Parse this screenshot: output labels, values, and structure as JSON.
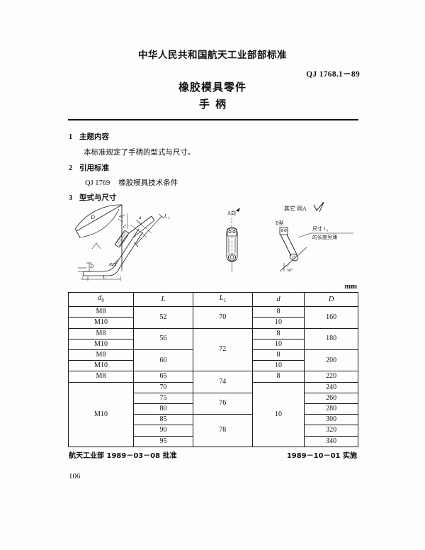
{
  "header": {
    "organization": "中华人民共和国航天工业部部标准",
    "standard_no": "QJ 1768.1－89",
    "title_line1": "橡胶模具零件",
    "title_line2": "手柄"
  },
  "clauses": [
    {
      "num": "1",
      "heading": "主题内容",
      "body": "本标准规定了手柄的型式与尺寸。"
    },
    {
      "num": "2",
      "heading": "引用标准",
      "ref_code": "QJ 1769",
      "ref_title": "橡胶模具技术条件"
    },
    {
      "num": "3",
      "heading": "型式与尺寸"
    }
  ],
  "figure": {
    "main_labels": [
      "D",
      "45°",
      "d",
      "d₀",
      "L₁",
      "R15",
      "L"
    ],
    "view_a_label": "A向",
    "view_b_label": "B型",
    "variant_title": "其它 同A",
    "variant_note": "尺寸 L₁\n的长度另薄",
    "variant_angle": "50°"
  },
  "table": {
    "unit": "mm",
    "headers": [
      "d₀",
      "L",
      "L₁",
      "d",
      "D"
    ],
    "rows": [
      {
        "d0": "M8",
        "L": "52",
        "L1": "70",
        "d": "8",
        "D": "160"
      },
      {
        "d0": "M10",
        "L": "",
        "L1": "",
        "d": "10",
        "D": ""
      },
      {
        "d0": "M8",
        "L": "56",
        "L1": "72",
        "d": "8",
        "D": "180"
      },
      {
        "d0": "M10",
        "L": "",
        "L1": "",
        "d": "10",
        "D": ""
      },
      {
        "d0": "M8",
        "L": "60",
        "L1": "",
        "d": "8",
        "D": "200"
      },
      {
        "d0": "M10",
        "L": "",
        "L1": "",
        "d": "10",
        "D": ""
      },
      {
        "d0": "M8",
        "L": "65",
        "L1": "74",
        "d": "8",
        "D": "220"
      },
      {
        "d0": "M10",
        "L": "",
        "L1": "",
        "d": "10",
        "D": ""
      },
      {
        "d0": "",
        "L": "70",
        "L1": "",
        "d": "",
        "D": "240"
      },
      {
        "d0": "",
        "L": "75",
        "L1": "76",
        "d": "",
        "D": "260"
      },
      {
        "d0": "",
        "L": "80",
        "L1": "",
        "d": "",
        "D": "280"
      },
      {
        "d0": "",
        "L": "85",
        "L1": "78",
        "d": "",
        "D": "300"
      },
      {
        "d0": "",
        "L": "90",
        "L1": "",
        "d": "",
        "D": "320"
      },
      {
        "d0": "",
        "L": "95",
        "L1": "",
        "d": "",
        "D": "340"
      }
    ],
    "cells": {
      "d0": [
        "M8",
        "M10",
        "M8",
        "M10",
        "M8",
        "M10",
        "M8",
        "M10"
      ],
      "L": [
        "52",
        "56",
        "60",
        "65",
        "70",
        "75",
        "80",
        "85",
        "90",
        "95"
      ],
      "L1": [
        "70",
        "72",
        "74",
        "76",
        "78"
      ],
      "d": [
        "8",
        "10",
        "8",
        "10",
        "8",
        "10",
        "8",
        "10"
      ],
      "D": [
        "160",
        "180",
        "200",
        "220",
        "240",
        "260",
        "280",
        "300",
        "320",
        "340"
      ]
    }
  },
  "footer": {
    "approval": "航天工业部 1989－03－08 批准",
    "effective": "1989－10－01 实施",
    "page_number": "106"
  }
}
